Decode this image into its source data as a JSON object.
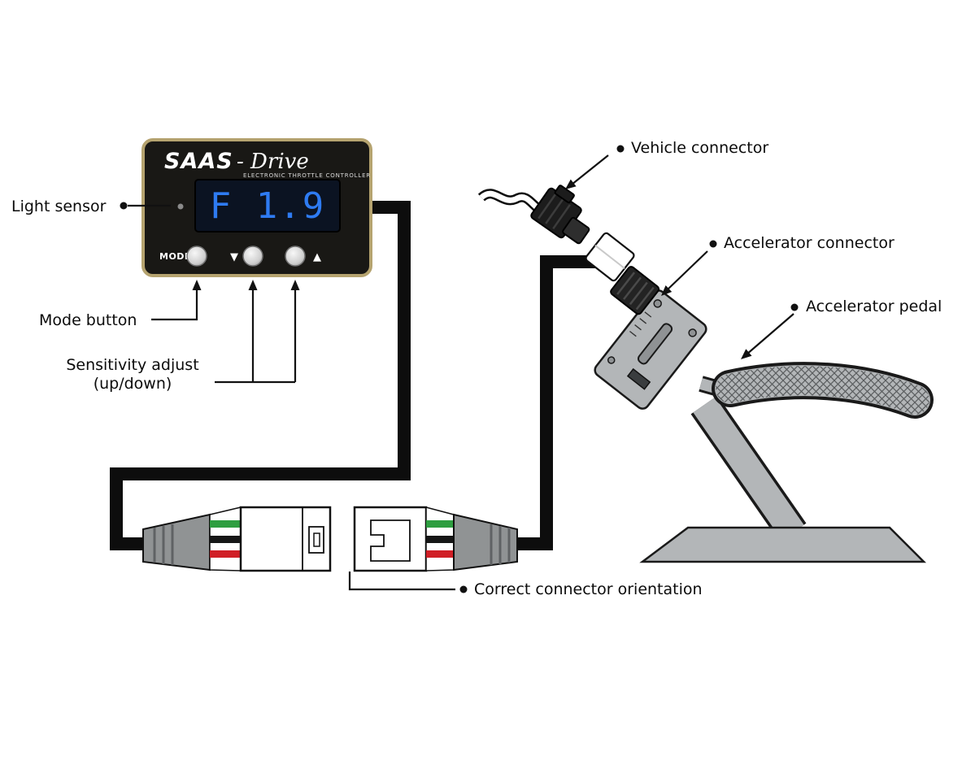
{
  "device": {
    "brand": "SAAS",
    "brand_script": "- Drive",
    "subtitle": "ELECTRONIC THROTTLE CONTROLLER",
    "display_value": "F 1.9",
    "display_color": "#2e7bf2",
    "bezel_color": "#b5a36f",
    "mode_label": "MODE",
    "down_glyph": "▼",
    "up_glyph": "▲"
  },
  "callouts": {
    "light_sensor": "Light sensor",
    "mode_button": "Mode button",
    "sensitivity_line1": "Sensitivity adjust",
    "sensitivity_line2": "(up/down)",
    "vehicle_connector": "Vehicle connector",
    "accelerator_connector": "Accelerator connector",
    "accelerator_pedal": "Accelerator pedal",
    "correct_orientation": "Correct connector orientation"
  },
  "wires": {
    "colors": [
      "#2e9e40",
      "#161616",
      "#d01f26"
    ]
  }
}
